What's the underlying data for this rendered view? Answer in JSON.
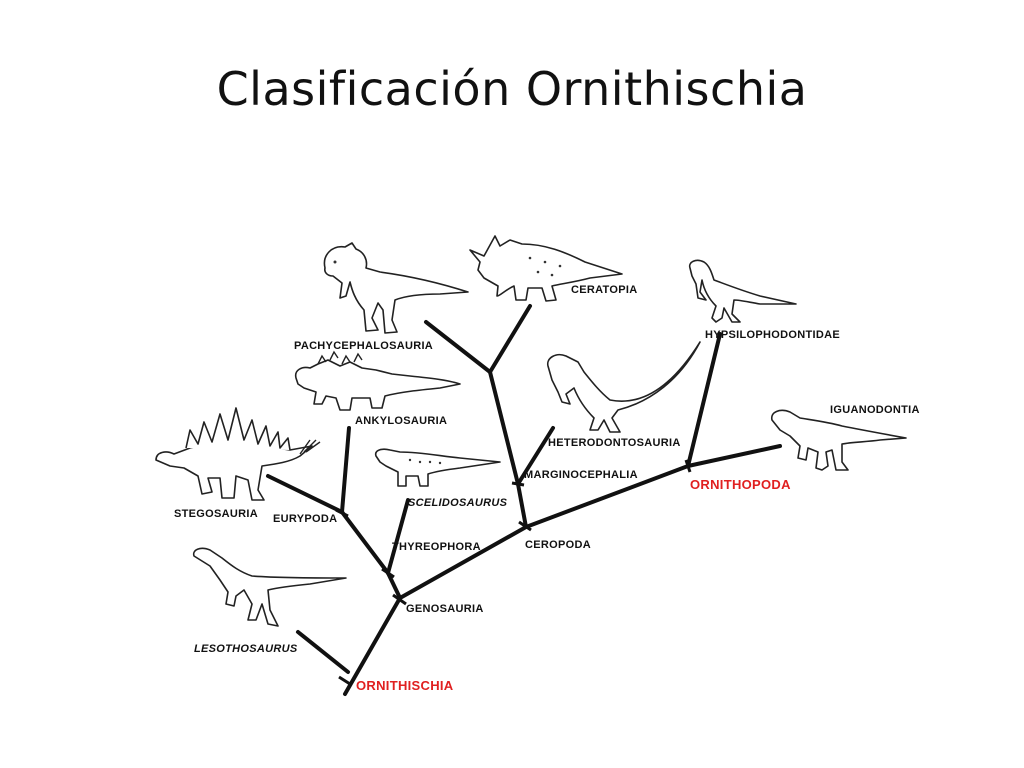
{
  "title": "Clasificación Ornithischia",
  "labels": {
    "pachycephalosauria": "PACHYCEPHALOSAURIA",
    "ceratopia": "CERATOPIA",
    "hypsilophodontidae": "HYPSILOPHODONTIDAE",
    "ankylosauria": "ANKYLOSAURIA",
    "heterodontosauria": "HETERODONTOSAURIA",
    "iguanodontia": "IGUANODONTIA",
    "marginocephalia": "MARGINOCEPHALIA",
    "ornithopoda": "ORNITHOPODA",
    "stegosauria": "STEGOSAURIA",
    "eurypoda": "EURYPODA",
    "scelidosaurus": "SCELIDOSAURUS",
    "thyreophora": "THYREOPHORA",
    "ceropoda": "CEROPODA",
    "genosauria": "GENOSAURIA",
    "lesothosaurus": "LESOTHOSAURUS",
    "ornithischia": "ORNITHISCHIA"
  },
  "colors": {
    "highlight": "#e02020",
    "line": "#111111"
  },
  "icons": [
    "pachycephalosaur-icon",
    "ceratopsian-icon",
    "hypsilophodont-icon",
    "ankylosaur-icon",
    "heterodontosaur-icon",
    "iguanodont-icon",
    "stegosaur-icon",
    "scelidosaurus-icon",
    "lesothosaurus-icon"
  ]
}
